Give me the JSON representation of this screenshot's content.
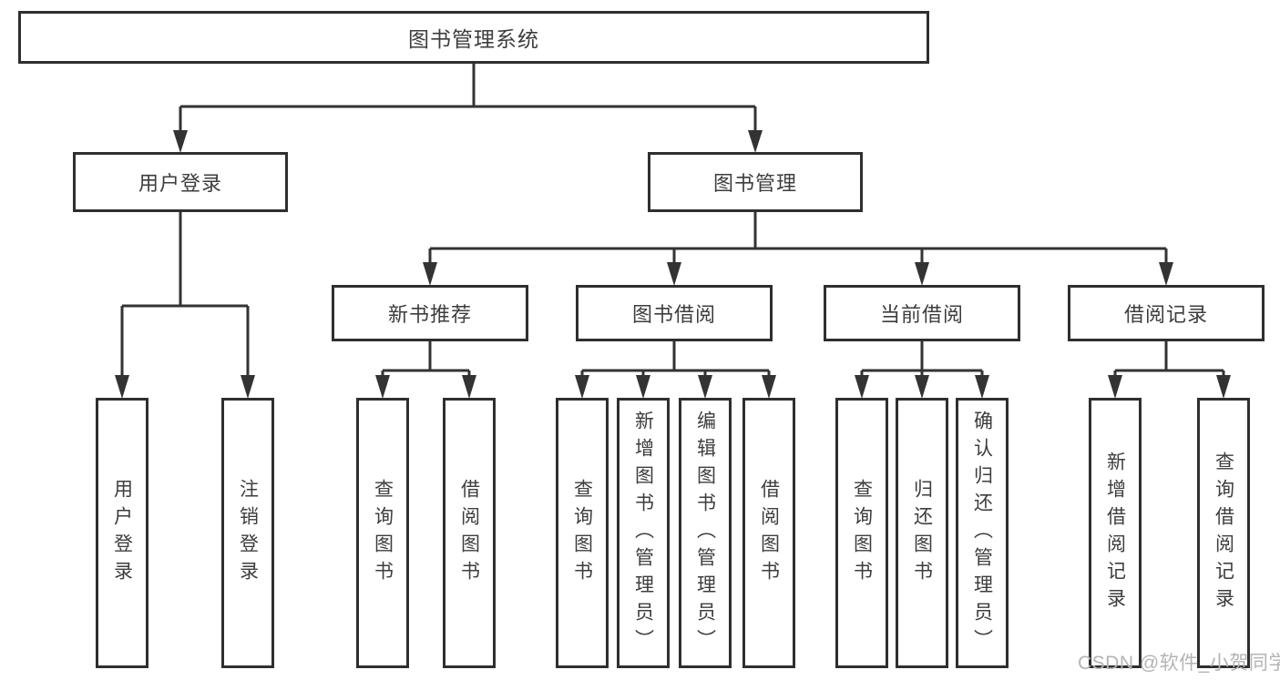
{
  "diagram": {
    "type": "hierarchy-tree",
    "root": {
      "label": "图书管理系统",
      "children": [
        {
          "label": "用户登录",
          "children": [
            {
              "label": "用户登录"
            },
            {
              "label": "注销登录"
            }
          ]
        },
        {
          "label": "图书管理",
          "children": [
            {
              "label": "新书推荐",
              "children": [
                {
                  "label": "查询图书"
                },
                {
                  "label": "借阅图书"
                }
              ]
            },
            {
              "label": "图书借阅",
              "children": [
                {
                  "label": "查询图书"
                },
                {
                  "label": "新增图书（管理员）"
                },
                {
                  "label": "编辑图书（管理员）"
                },
                {
                  "label": "借阅图书"
                }
              ]
            },
            {
              "label": "当前借阅",
              "children": [
                {
                  "label": "查询图书"
                },
                {
                  "label": "归还图书"
                },
                {
                  "label": "确认归还（管理员）"
                }
              ]
            },
            {
              "label": "借阅记录",
              "children": [
                {
                  "label": "新增借阅记录"
                },
                {
                  "label": "查询借阅记录"
                }
              ]
            }
          ]
        }
      ]
    }
  },
  "watermark": {
    "text": "CSDN @软件_小贺同学"
  },
  "colors": {
    "line": "#333333",
    "box_border": "#2f2f2f",
    "box_fill": "#ffffff",
    "text": "#3d3d3d",
    "watermark": "#b4b4b4",
    "background": "#ffffff"
  }
}
